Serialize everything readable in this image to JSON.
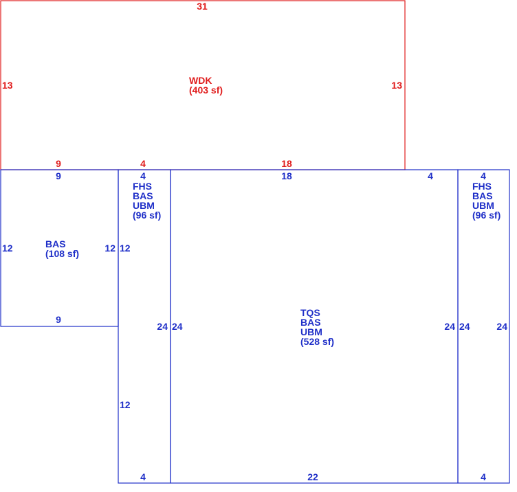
{
  "colors": {
    "deck": "#e01b1b",
    "structure": "#1f2fc8"
  },
  "areas": {
    "wdk": {
      "lines": [
        "WDK",
        "(403 sf)"
      ]
    },
    "bas_left": {
      "lines": [
        "BAS",
        "(108 sf)"
      ]
    },
    "fhs_left": {
      "lines": [
        "FHS",
        "BAS",
        "UBM",
        "(96 sf)"
      ]
    },
    "tqs_center": {
      "lines": [
        "TQS",
        "BAS",
        "UBM",
        "(528 sf)"
      ]
    },
    "fhs_right": {
      "lines": [
        "FHS",
        "BAS",
        "UBM",
        "(96 sf)"
      ]
    }
  },
  "dims": {
    "wdk_top": "31",
    "wdk_left": "13",
    "wdk_right": "13",
    "wdk_bottom_a": "9",
    "wdk_bottom_b": "4",
    "wdk_bottom_c": "18",
    "bas_top": "9",
    "bas_left": "12",
    "bas_right": "12",
    "bas_bottom": "9",
    "fhsl_top": "4",
    "fhsl_left_upper": "12",
    "fhsl_left_lower": "12",
    "fhsl_right": "24",
    "fhsl_bottom": "4",
    "tqs_top_a": "18",
    "tqs_top_b": "4",
    "tqs_left": "24",
    "tqs_right": "24",
    "tqs_bottom": "22",
    "fhsr_top": "4",
    "fhsr_left": "24",
    "fhsr_right": "24",
    "fhsr_bottom": "4"
  }
}
